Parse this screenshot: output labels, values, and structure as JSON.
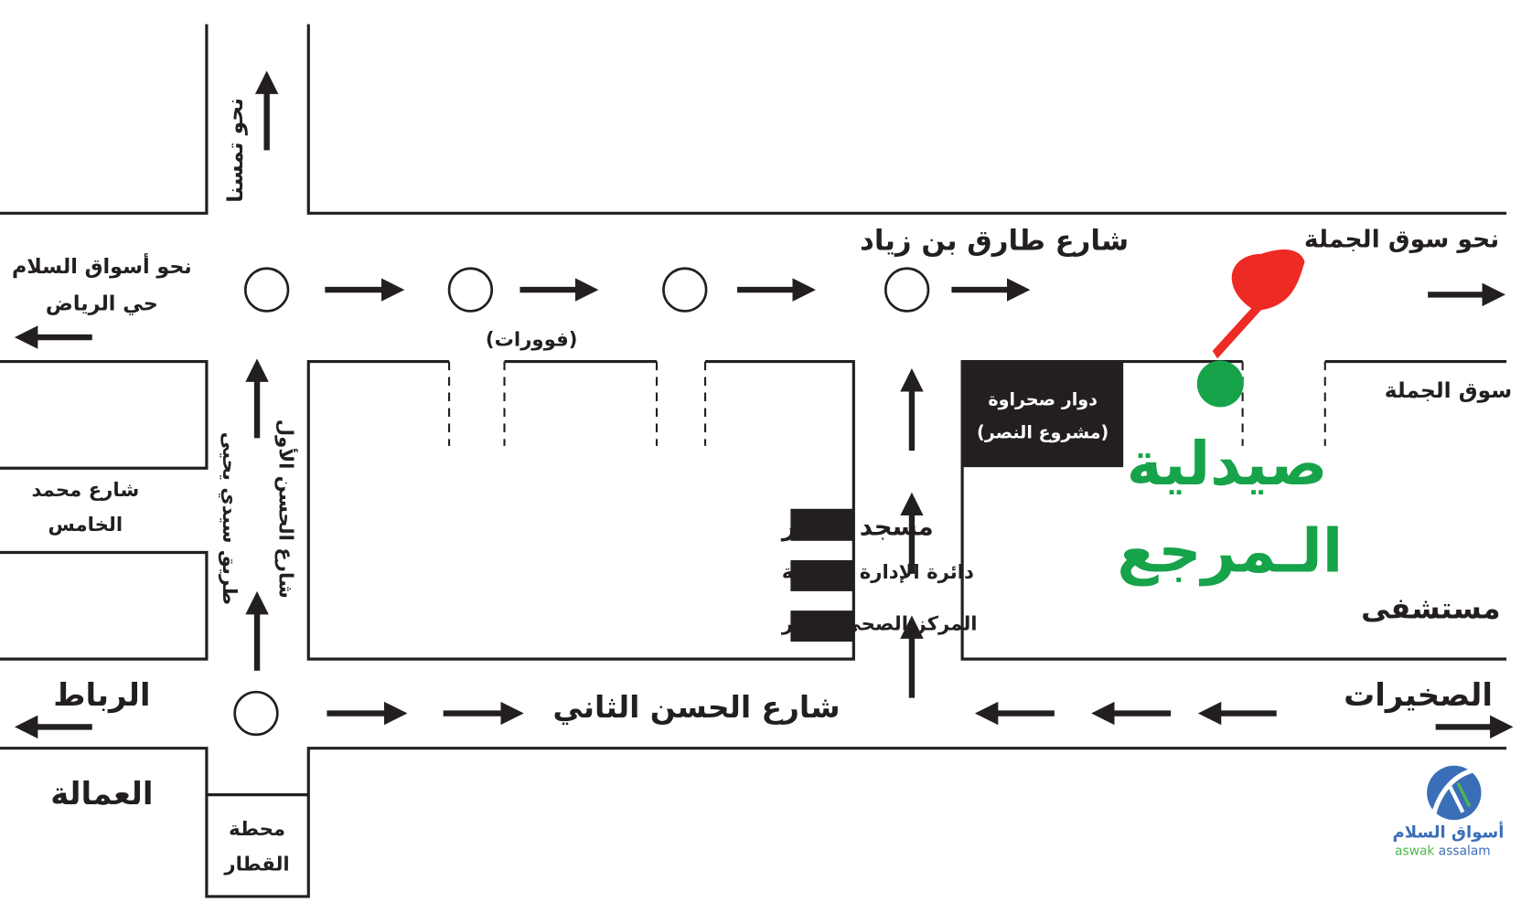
{
  "colors": {
    "ink": "#231f20",
    "pharmacy_green": "#16a34a",
    "hand_red": "#ee2a24",
    "logo_blue": "#3a6fb7",
    "logo_green": "#4cb848"
  },
  "labels": {
    "toward_tamesna": "نحو تمسنا",
    "toward_aswak_line1": "نحو أسواق السلام",
    "toward_aswak_line2": "حي الرياض",
    "fountains": "(فوورات)",
    "tariq_street": "شارع طارق بن زياد",
    "toward_souk": "نحو سوق الجملة",
    "souk": "سوق الجملة",
    "mohammed_v_line1": "شارع محمد",
    "mohammed_v_line2": "الخامس",
    "sidi_yahia_road": "طريق سيدي يحيى",
    "hassan_1_street": "شارع الحسن الأول",
    "roundabout_line1": "دوار صحراوة",
    "roundabout_line2": "(مشروع النصر)",
    "pharmacy_line1": "صيدلية",
    "pharmacy_line2": "الـمرجع",
    "mosque": "مسجد النصر",
    "admin_district": "دائرة الإدارة السابعة",
    "health_center": "المركز الصحي النصر",
    "hospital": "مستشفى",
    "rabat": "الرباط",
    "hassan_2_street": "شارع الحسن الثاني",
    "skhirat": "الصخيرات",
    "prefecture": "العمالة",
    "station_line1": "محطة",
    "station_line2": "القطار"
  },
  "logo": {
    "arabic": "أسواق السلام",
    "latin_1": "aswak",
    "latin_2": "assalam"
  }
}
